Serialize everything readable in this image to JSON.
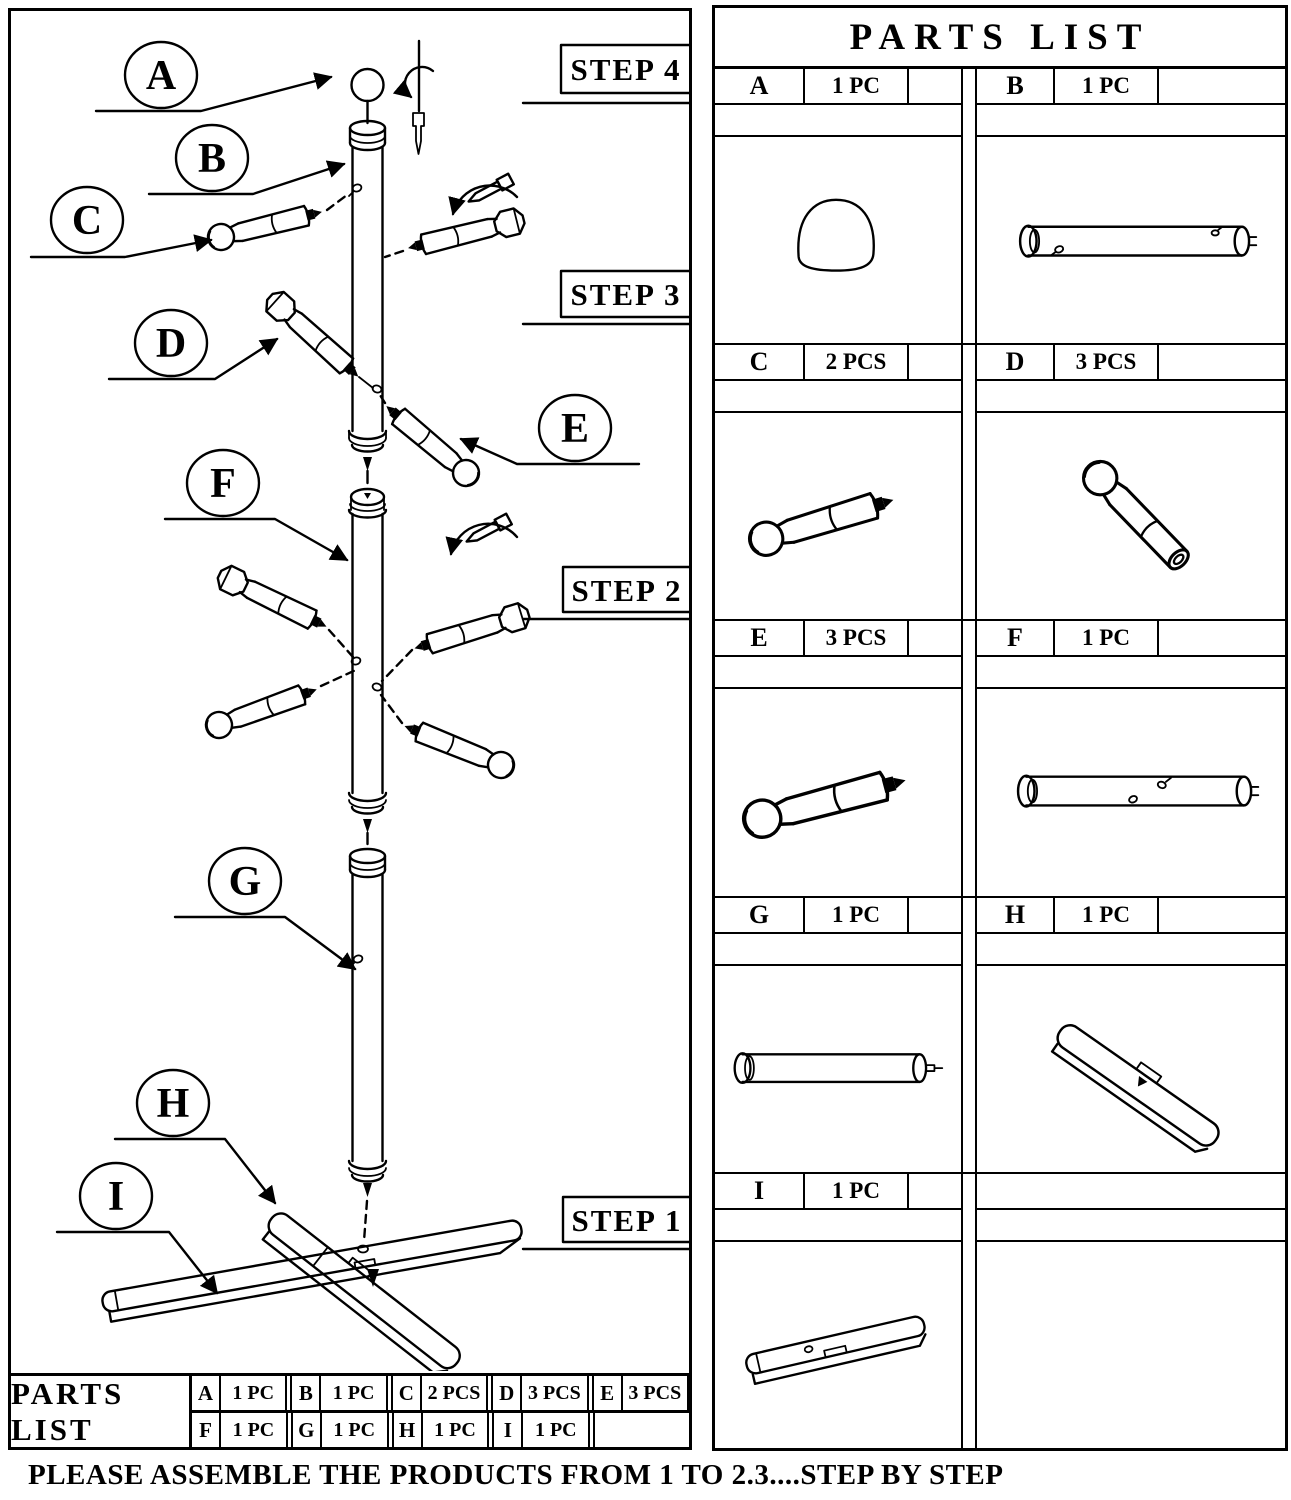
{
  "right_panel": {
    "title": "PARTS LIST",
    "rows": [
      {
        "left": {
          "id": "A",
          "qty": "1 PC"
        },
        "right": {
          "id": "B",
          "qty": "1 PC"
        }
      },
      {
        "left": {
          "id": "C",
          "qty": "2 PCS"
        },
        "right": {
          "id": "D",
          "qty": "3 PCS"
        }
      },
      {
        "left": {
          "id": "E",
          "qty": "3 PCS"
        },
        "right": {
          "id": "F",
          "qty": "1 PC"
        }
      },
      {
        "left": {
          "id": "G",
          "qty": "1 PC"
        },
        "right": {
          "id": "H",
          "qty": "1 PC"
        }
      },
      {
        "left": {
          "id": "I",
          "qty": "1 PC"
        },
        "right": null
      }
    ],
    "part_shapes": [
      "ball-knob",
      "pole-section",
      "peg-with-screw",
      "peg-open-end",
      "large-peg-with-screw",
      "pole-section",
      "long-pole-with-screw",
      "notched-cross-bar",
      "notched-base-bar"
    ]
  },
  "diagram": {
    "step_labels": [
      "STEP 4",
      "STEP 3",
      "STEP 2",
      "STEP 1"
    ],
    "part_labels": [
      "A",
      "B",
      "C",
      "D",
      "E",
      "F",
      "G",
      "H",
      "I"
    ]
  },
  "summary_table": {
    "title": "PARTS LIST",
    "row1": [
      {
        "id": "A",
        "qty": "1 PC"
      },
      {
        "id": "B",
        "qty": "1 PC"
      },
      {
        "id": "C",
        "qty": "2 PCS"
      },
      {
        "id": "D",
        "qty": "3 PCS"
      },
      {
        "id": "E",
        "qty": "3 PCS"
      }
    ],
    "row2": [
      {
        "id": "F",
        "qty": "1 PC"
      },
      {
        "id": "G",
        "qty": "1 PC"
      },
      {
        "id": "H",
        "qty": "1 PC"
      },
      {
        "id": "I",
        "qty": "1 PC"
      }
    ]
  },
  "caption": "PLEASE ASSEMBLE THE PRODUCTS FROM 1 TO 2.3....STEP BY STEP",
  "colors": {
    "ink": "#000000",
    "paper": "#ffffff"
  }
}
